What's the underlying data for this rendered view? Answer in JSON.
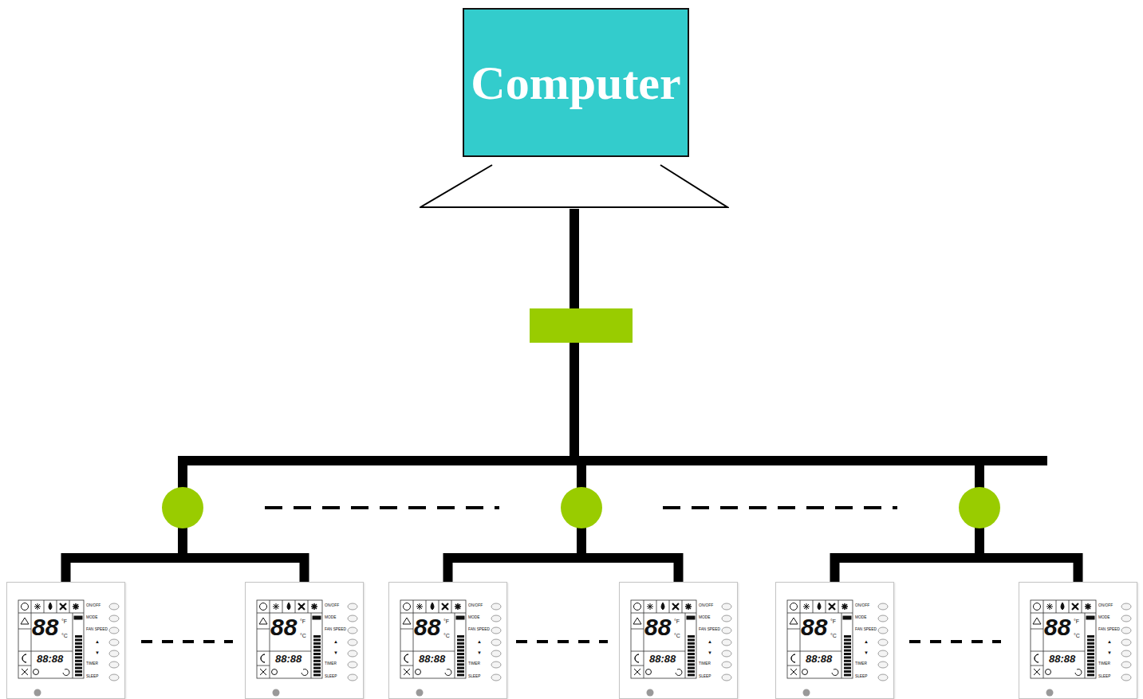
{
  "diagram": {
    "nodes": [
      {
        "text": [
          "Computer"
        ]
      },
      {
        "text": [
          "88",
          "°F",
          "°C",
          "88:88",
          "ON/OFF",
          "MODE",
          "FAN SPEED",
          "▲",
          "▼",
          "TIMER",
          "SLEEP"
        ]
      },
      {
        "text": [
          "88",
          "°F",
          "°C",
          "88:88",
          "ON/OFF",
          "MODE",
          "FAN SPEED",
          "▲",
          "▼",
          "TIMER",
          "SLEEP"
        ]
      },
      {
        "text": [
          "88",
          "°F",
          "°C",
          "88:88",
          "ON/OFF",
          "MODE",
          "FAN SPEED",
          "▲",
          "▼",
          "TIMER",
          "SLEEP"
        ]
      },
      {
        "text": [
          "88",
          "°F",
          "°C",
          "88:88",
          "ON/OFF",
          "MODE",
          "FAN SPEED",
          "▲",
          "▼",
          "TIMER",
          "SLEEP"
        ]
      },
      {
        "text": [
          "88",
          "°F",
          "°C",
          "88:88",
          "ON/OFF",
          "MODE",
          "FAN SPEED",
          "▲",
          "▼",
          "TIMER",
          "SLEEP"
        ]
      },
      {
        "text": [
          "88",
          "°F",
          "°C",
          "88:88",
          "ON/OFF",
          "MODE",
          "FAN SPEED",
          "▲",
          "▼",
          "TIMER",
          "SLEEP"
        ]
      }
    ],
    "edges": [
      {
        "from": 0,
        "to": 1,
        "arrow": "none"
      },
      {
        "from": 0,
        "to": 2,
        "arrow": "none"
      },
      {
        "from": 0,
        "to": 3,
        "arrow": "none"
      },
      {
        "from": 0,
        "to": 4,
        "arrow": "none"
      },
      {
        "from": 0,
        "to": 5,
        "arrow": "none"
      },
      {
        "from": 0,
        "to": 6,
        "arrow": "none"
      }
    ]
  }
}
